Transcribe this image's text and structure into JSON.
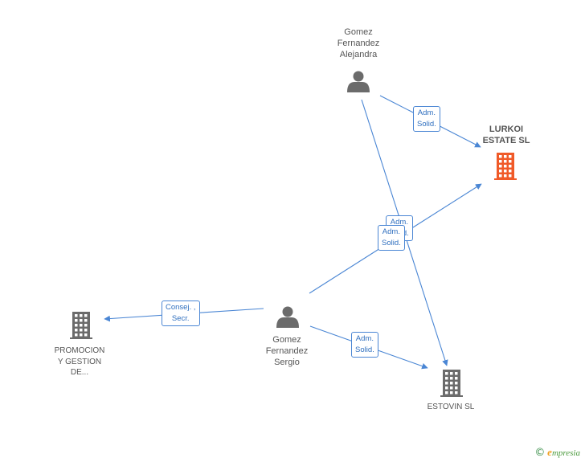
{
  "colors": {
    "edge": "#4a86d4",
    "person": "#6b6b6b",
    "company": "#6b6b6b",
    "target": "#f05a28"
  },
  "nodes": {
    "alejandra": {
      "type": "person",
      "label_lines": [
        "Gomez",
        "Fernandez",
        "Alejandra"
      ]
    },
    "sergio": {
      "type": "person",
      "label_lines": [
        "Gomez",
        "Fernandez",
        "Sergio"
      ]
    },
    "lurkoi": {
      "type": "company-target",
      "label_lines": [
        "LURKOI",
        "ESTATE SL"
      ]
    },
    "estovin": {
      "type": "company",
      "label_lines": [
        "ESTOVIN SL"
      ]
    },
    "promocion": {
      "type": "company",
      "label_lines": [
        "PROMOCION",
        "Y GESTION",
        "DE..."
      ]
    }
  },
  "edges": [
    {
      "from": "alejandra",
      "to": "lurkoi",
      "label_lines": [
        "Adm.",
        "Solid."
      ]
    },
    {
      "from": "alejandra",
      "to": "estovin",
      "label_lines": [
        "Adm.",
        "Solid."
      ]
    },
    {
      "from": "sergio",
      "to": "lurkoi",
      "label_lines": [
        "Adm.",
        "Solid."
      ]
    },
    {
      "from": "sergio",
      "to": "estovin",
      "label_lines": [
        "Adm.",
        "Solid."
      ]
    },
    {
      "from": "sergio",
      "to": "promocion",
      "label_lines": [
        "Consej. ,",
        "Secr."
      ]
    }
  ],
  "watermark": {
    "copyright_symbol": "©",
    "brand_initial": "e",
    "brand_rest": "mpresia"
  }
}
